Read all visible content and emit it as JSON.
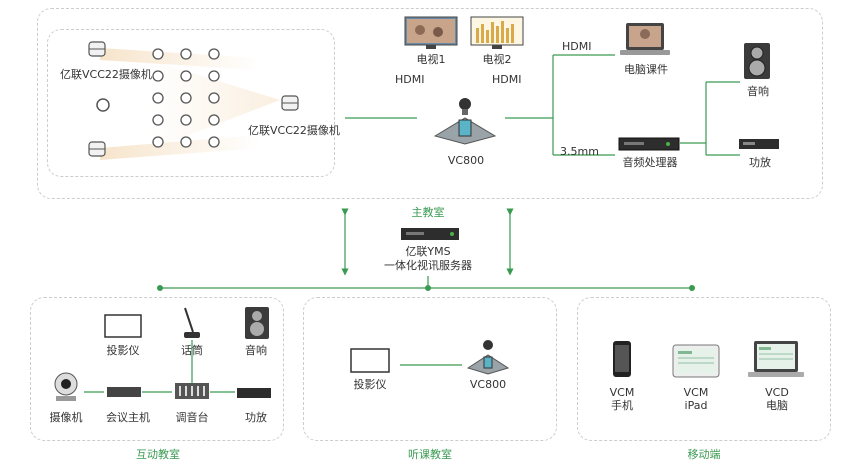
{
  "main_room": {
    "label": "主教室",
    "camera_left": "亿联VCC22摄像机",
    "camera_right": "亿联VCC22摄像机",
    "tv1": "电视1",
    "tv2": "电视2",
    "hdmi_left": "HDMI",
    "hdmi_right": "HDMI",
    "hdmi_top": "HDMI",
    "jack": "3.5mm",
    "vc800": "VC800",
    "pc_courseware": "电脑课件",
    "audio_processor": "音频处理器",
    "speaker": "音响",
    "amplifier": "功放"
  },
  "server": {
    "line1": "亿联YMS",
    "line2": "一体化视讯服务器"
  },
  "interactive_room": {
    "label": "互动教室",
    "projector": "投影仪",
    "microphone": "话筒",
    "speaker": "音响",
    "camera": "摄像机",
    "conference_host": "会议主机",
    "mixer": "调音台",
    "amplifier": "功放"
  },
  "listening_room": {
    "label": "听课教室",
    "projector": "投影仪",
    "vc800": "VC800"
  },
  "mobile": {
    "label": "移动端",
    "phone_l1": "VCM",
    "phone_l2": "手机",
    "ipad_l1": "VCM",
    "ipad_l2": "iPad",
    "pc_l1": "VCD",
    "pc_l2": "电脑"
  },
  "colors": {
    "line": "#3a9a52",
    "border": "#c9cdcf"
  }
}
